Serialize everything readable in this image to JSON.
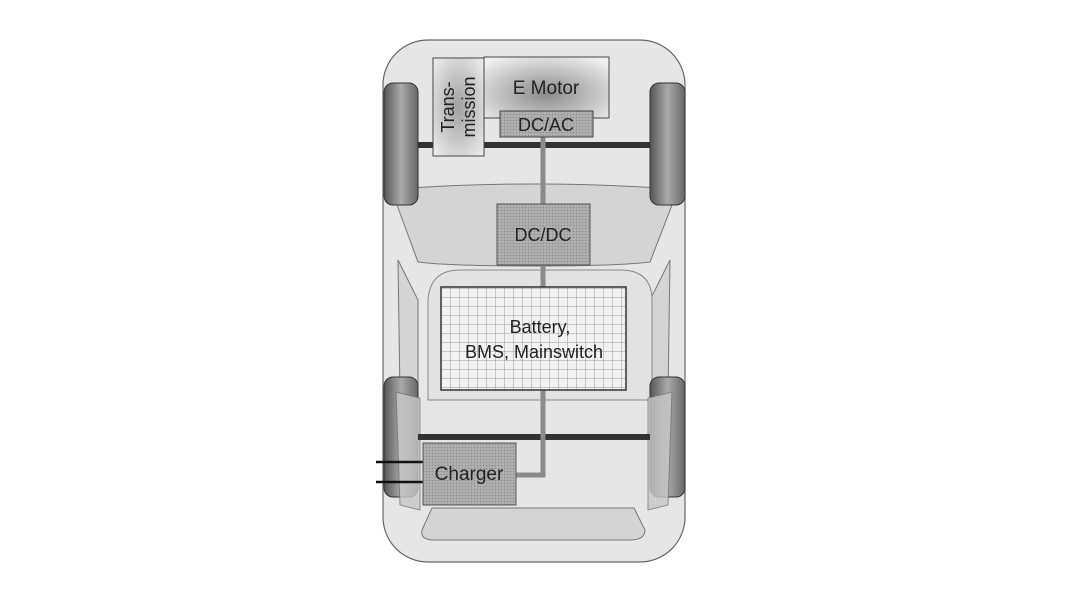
{
  "components": {
    "transmission": "Trans-",
    "transmission_2": "mission",
    "emotor": "E Motor",
    "dcac": "DC/AC",
    "dcdc": "DC/DC",
    "battery_1": "Battery,",
    "battery_2": "BMS, Mainswitch",
    "charger": "Charger"
  },
  "colors": {
    "body": "#e6e6e6",
    "module": "#a8a8a8",
    "wire": "#8a8a8a",
    "axle": "#333333"
  }
}
